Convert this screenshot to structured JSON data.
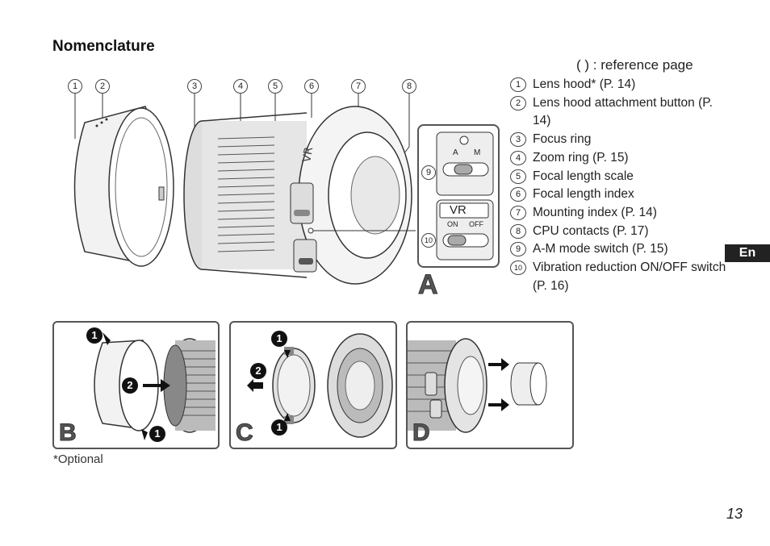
{
  "page": {
    "title": "Nomenclature",
    "reference_note": "(    ) : reference page",
    "language_tab": "En",
    "footnote": "*Optional",
    "page_number": "13"
  },
  "callout_numbers": [
    "①",
    "②",
    "③",
    "④",
    "⑤",
    "⑥",
    "⑦",
    "⑧"
  ],
  "legend": [
    {
      "num": "1",
      "text": "Lens hood* (P. 14)"
    },
    {
      "num": "2",
      "text": "Lens hood attachment button (P. 14)"
    },
    {
      "num": "3",
      "text": "Focus ring"
    },
    {
      "num": "4",
      "text": "Zoom ring (P. 15)"
    },
    {
      "num": "5",
      "text": "Focal length scale"
    },
    {
      "num": "6",
      "text": "Focal length index"
    },
    {
      "num": "7",
      "text": "Mounting index (P. 14)"
    },
    {
      "num": "8",
      "text": "CPU contacts (P. 17)"
    },
    {
      "num": "9",
      "text": "A-M mode switch (P. 15)"
    },
    {
      "num": "10",
      "text": "Vibration reduction ON/OFF switch (P. 16)"
    }
  ],
  "figure": {
    "label_a": "A",
    "label_b": "B",
    "label_c": "C",
    "label_d": "D",
    "inset_num_9": "9",
    "inset_num_10": "10",
    "switch_am": {
      "a": "A",
      "m": "M"
    },
    "switch_vr": {
      "vr": "VR",
      "on": "ON",
      "off": "OFF"
    },
    "step_1": "1",
    "step_2": "2"
  }
}
